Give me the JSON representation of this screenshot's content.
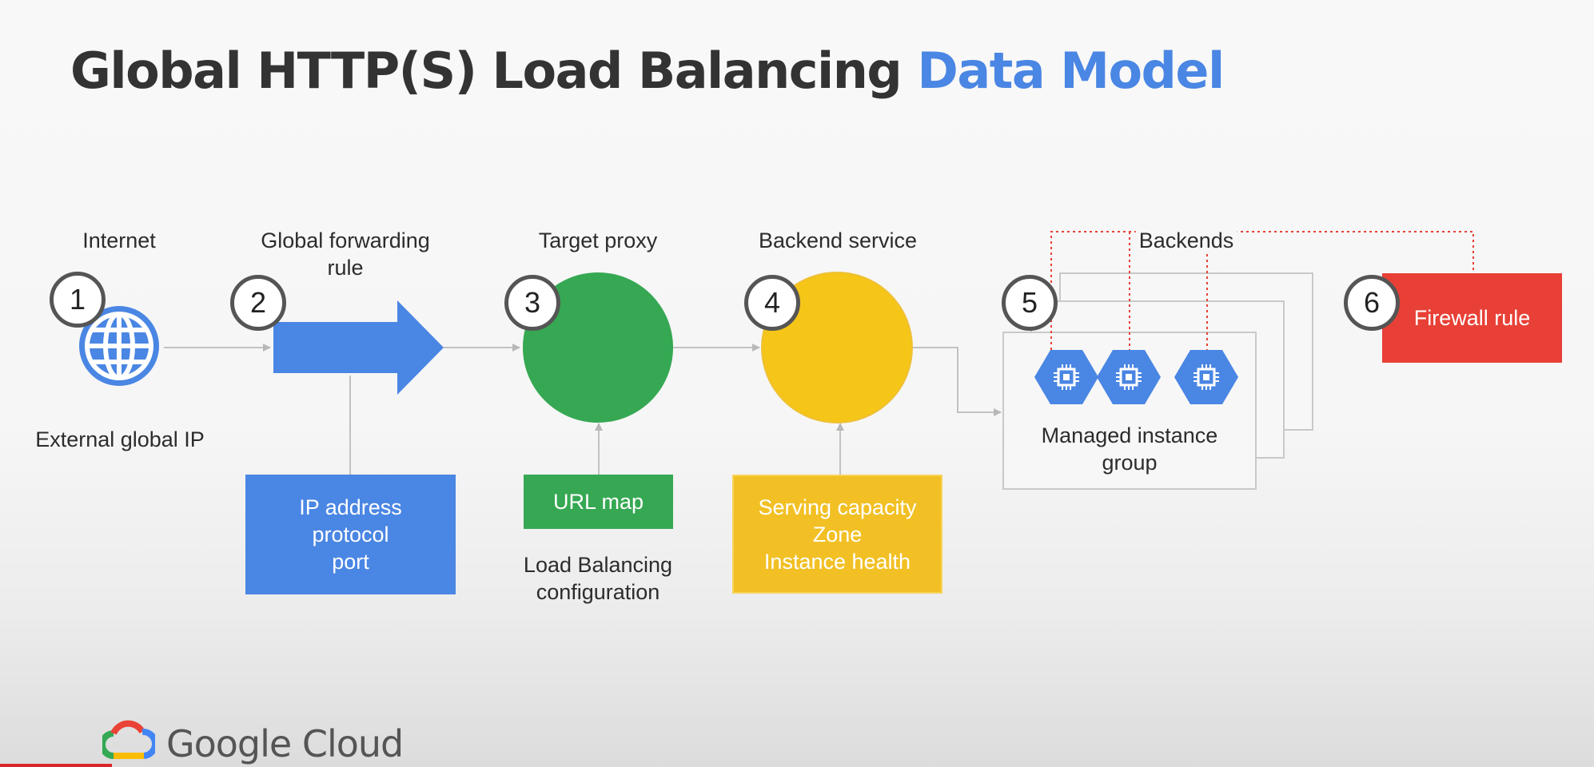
{
  "title": {
    "part1": "Global HTTP(S) Load Balancing",
    "part2": "Data Model"
  },
  "steps": [
    {
      "number": "1",
      "top_label": "Internet",
      "bottom_label": "External global IP",
      "icon": "globe-icon"
    },
    {
      "number": "2",
      "top_label": "Global forwarding rule",
      "box_lines": [
        "IP address",
        "protocol",
        "port"
      ],
      "icon": "arrow-icon"
    },
    {
      "number": "3",
      "top_label": "Target proxy",
      "box_label": "URL map",
      "bottom_label": "Load Balancing configuration"
    },
    {
      "number": "4",
      "top_label": "Backend service",
      "box_lines": [
        "Serving capacity",
        "Zone",
        "Instance health"
      ]
    },
    {
      "number": "5",
      "top_label": "Backends",
      "group_label": "Managed instance group",
      "icon": "compute-engine-icon"
    },
    {
      "number": "6",
      "box_label": "Firewall rule"
    }
  ],
  "colors": {
    "blue": "#4a86e3",
    "green": "#36a853",
    "yellow": "#f5c518",
    "red": "#e84036",
    "number_border": "#555555"
  },
  "footer": {
    "brand": "Google Cloud",
    "logo": "google-cloud-logo"
  }
}
